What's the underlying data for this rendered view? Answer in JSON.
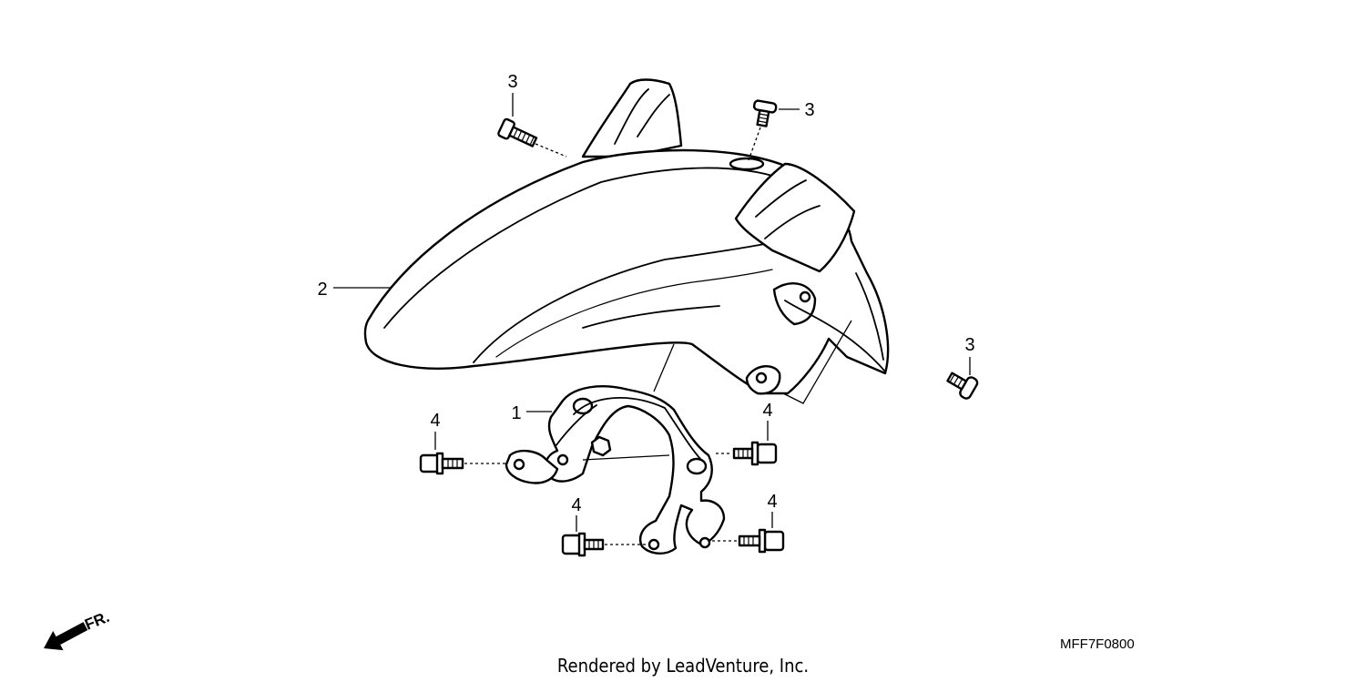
{
  "callouts": {
    "bracket": "1",
    "fender": "2",
    "screw_top_left": "3",
    "screw_top_center": "3",
    "screw_right": "3",
    "bolt_left": "4",
    "bolt_right_upper": "4",
    "bolt_bottom_left": "4",
    "bolt_bottom_right": "4"
  },
  "direction_marker": "FR.",
  "diagram_code": "MFF7F0800",
  "credit": "Rendered by LeadVenture, Inc.",
  "colors": {
    "line": "#000000",
    "background": "#ffffff"
  },
  "icons": [
    "front-direction-arrow-icon",
    "screw-icon",
    "flange-bolt-icon"
  ]
}
